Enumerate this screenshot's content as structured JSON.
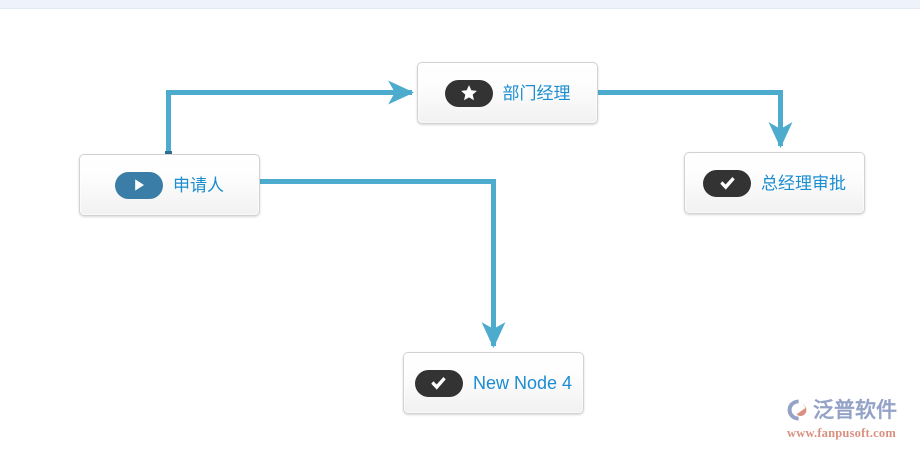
{
  "canvas": {
    "background_color": "#ffffff",
    "top_strip_color": "#eef2fa",
    "edge_color": "#4daccd",
    "node_label_color": "#1b8dd1"
  },
  "nodes": [
    {
      "id": "applicant",
      "label": "申请人",
      "icon": "play-icon",
      "icon_style": "start",
      "icon_pill_color": "#3a7ea8"
    },
    {
      "id": "dept-manager",
      "label": "部门经理",
      "icon": "star-icon",
      "icon_style": "task",
      "icon_pill_color": "#333333"
    },
    {
      "id": "gm-approval",
      "label": "总经理审批",
      "icon": "check-icon",
      "icon_style": "task",
      "icon_pill_color": "#333333"
    },
    {
      "id": "new-node-4",
      "label": "New Node 4",
      "icon": "check-icon",
      "icon_style": "task",
      "icon_pill_color": "#333333"
    }
  ],
  "edges": [
    {
      "id": "applicant-to-dept",
      "from": "applicant",
      "to": "dept-manager",
      "arrow": "right"
    },
    {
      "id": "dept-to-gm",
      "from": "dept-manager",
      "to": "gm-approval",
      "arrow": "down"
    },
    {
      "id": "applicant-to-new4",
      "from": "applicant",
      "to": "new-node-4",
      "arrow": "down"
    }
  ],
  "watermark": {
    "brand": "泛普软件",
    "url": "www.fanpusoft.com",
    "brand_color": "#8e9ec4",
    "url_color": "#d98b7a"
  }
}
